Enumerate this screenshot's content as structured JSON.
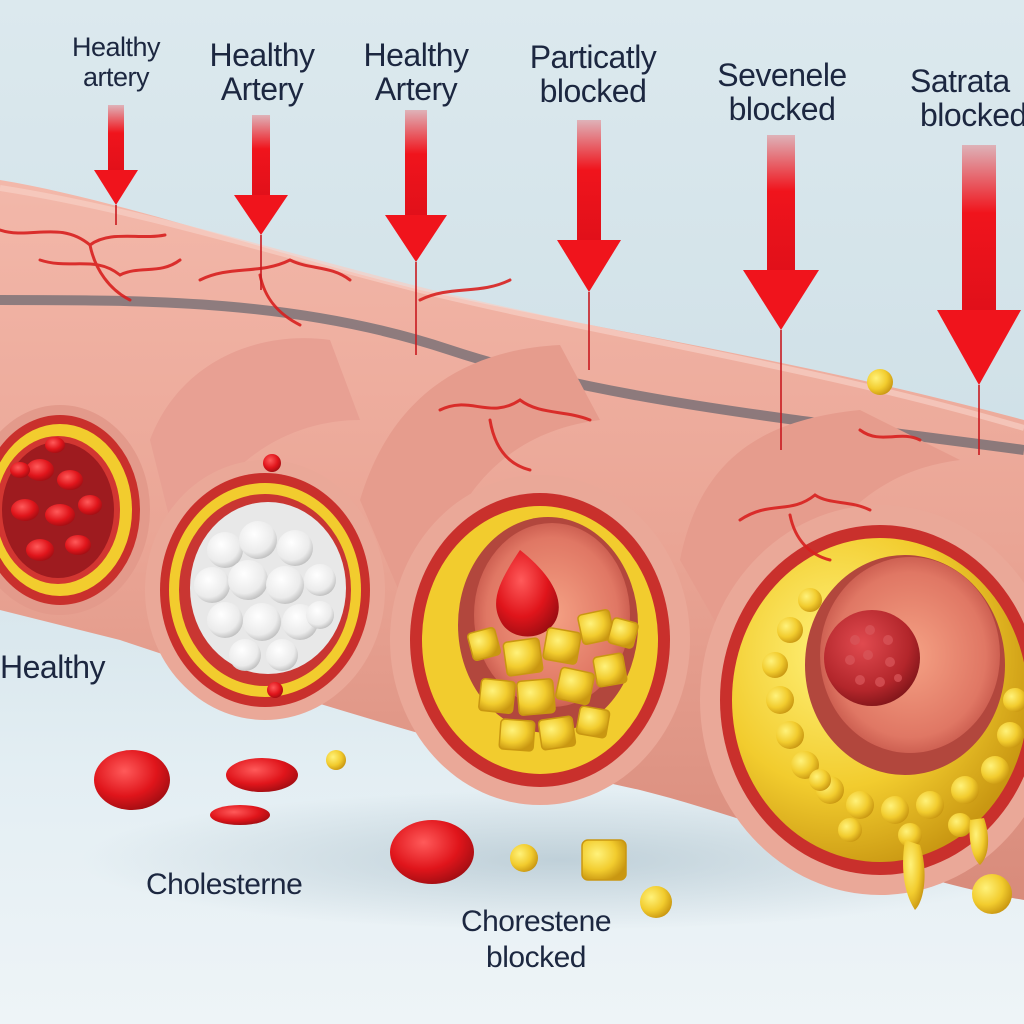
{
  "labels": {
    "top": [
      {
        "line1": "Healthy",
        "line2": "artery"
      },
      {
        "line1": "Healthy",
        "line2": "Artery"
      },
      {
        "line1": "Healthy",
        "line2": "Artery"
      },
      {
        "line1": "Particatly",
        "line2": "blocked"
      },
      {
        "line1": "Sevenele",
        "line2": "blocked"
      },
      {
        "line1": "Satrata",
        "line2": "blocked"
      }
    ],
    "healthy_side": "Healthy",
    "cholesterol_1": "Cholesterne",
    "cholesterol_2_line1": "Chorestene",
    "cholesterol_2_line2": "blocked"
  },
  "colors": {
    "arrow": "#f0141c",
    "artery_wall": "#e8a093",
    "artery_inner_ring": "#c9302c",
    "plaque": "#f2cc2e",
    "blood_cell": "#e0151b",
    "white_plaque": "#f3f3f3",
    "clot": "#b3262b",
    "text": "#1c2740"
  }
}
